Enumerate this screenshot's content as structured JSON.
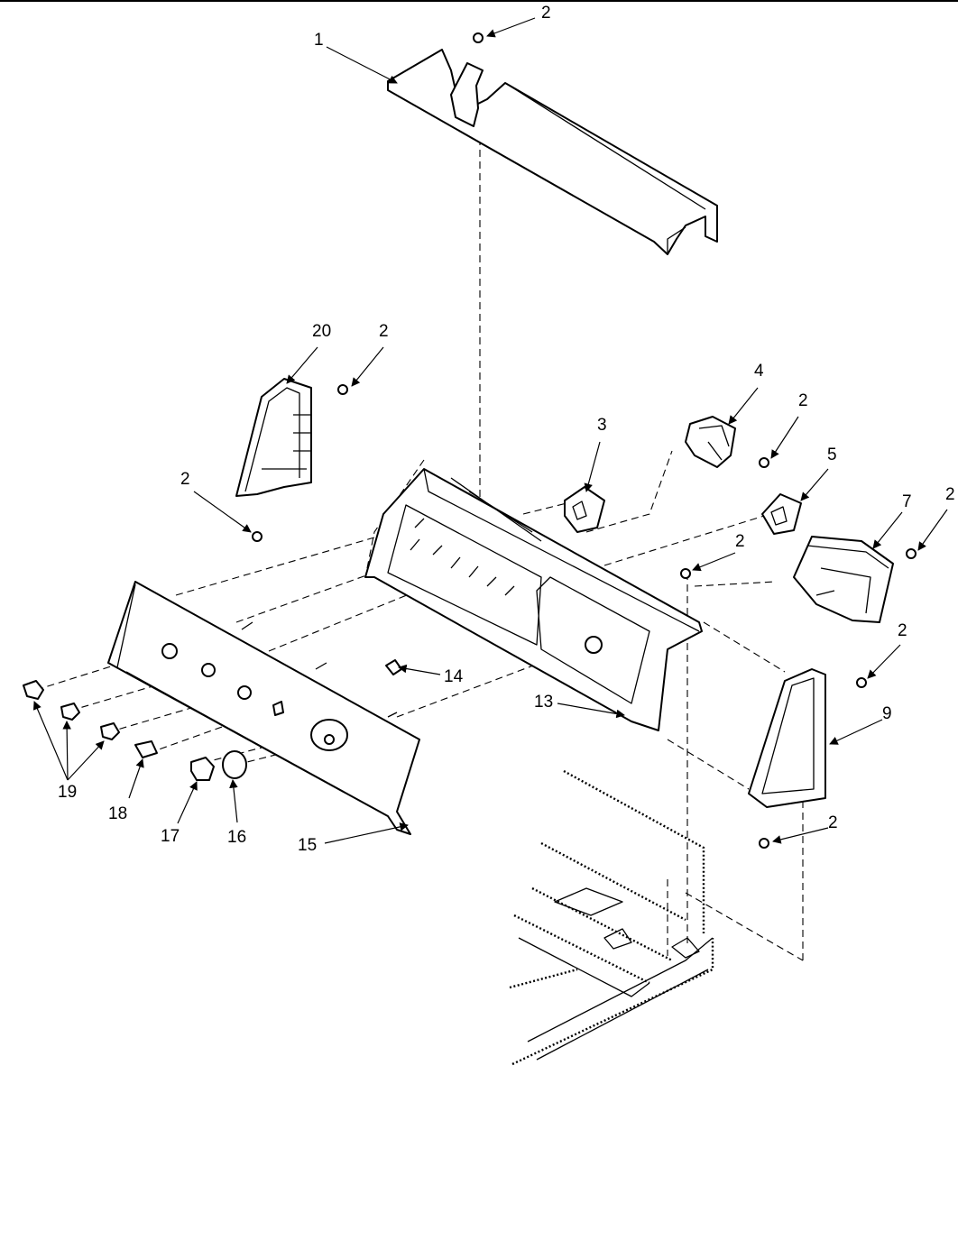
{
  "diagram": {
    "callouts": {
      "c1": "1",
      "c2": "2",
      "c3": "3",
      "c4": "4",
      "c5": "5",
      "c7": "7",
      "c9": "9",
      "c13": "13",
      "c14": "14",
      "c15": "15",
      "c16": "16",
      "c17": "17",
      "c18": "18",
      "c19": "19",
      "c20": "20"
    },
    "colors": {
      "line": "#000000",
      "background": "#ffffff"
    }
  }
}
